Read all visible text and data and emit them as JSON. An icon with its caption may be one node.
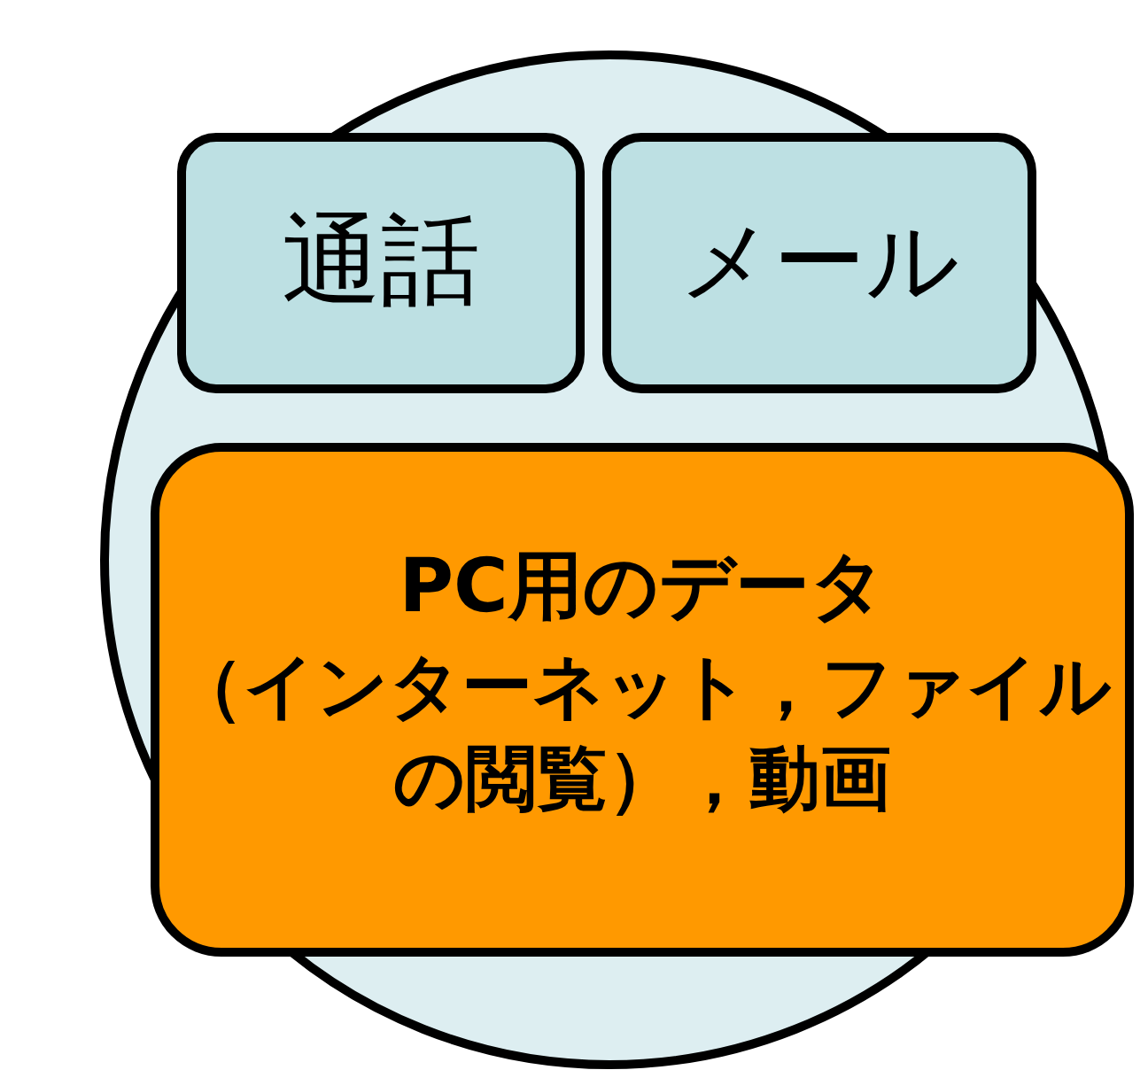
{
  "diagram": {
    "nodes": [
      {
        "text": [],
        "shape": "circle"
      },
      {
        "text": [
          "通話"
        ],
        "in": 0
      },
      {
        "text": [
          "メール"
        ],
        "in": 0
      },
      {
        "text": [
          "PC用のデータ",
          "（インターネット，ファイルの閲覧），動画"
        ],
        "in": 0
      }
    ]
  }
}
